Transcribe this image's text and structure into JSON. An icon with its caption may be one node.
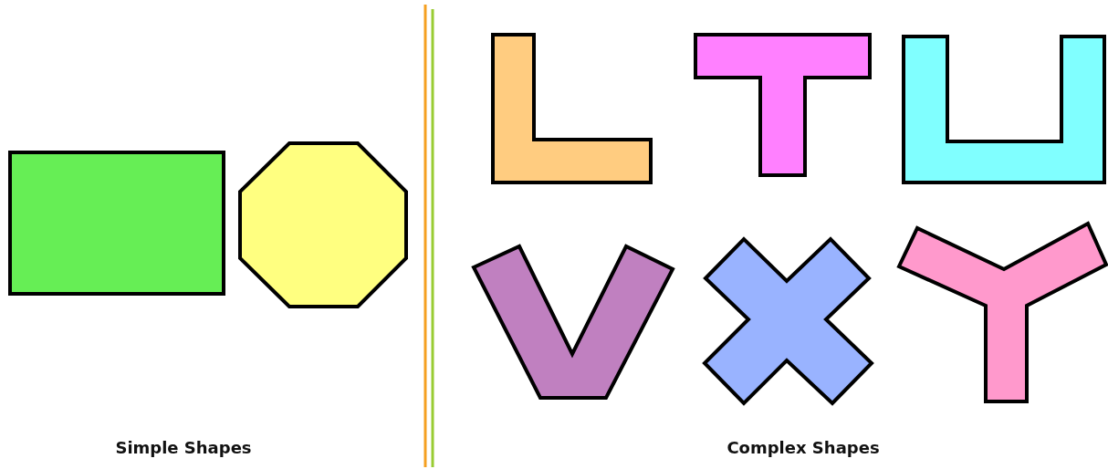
{
  "diagram": {
    "nodes": [
      {
        "text": [],
        "shape": "box"
      },
      {
        "text": [],
        "shape": "octagon"
      },
      {
        "text": [],
        "shape": "L"
      },
      {
        "text": [],
        "shape": "T"
      },
      {
        "text": [],
        "shape": "U"
      },
      {
        "text": [],
        "shape": "V"
      },
      {
        "text": [],
        "shape": "cross"
      },
      {
        "text": [],
        "shape": "Y"
      }
    ],
    "labels": [
      "Simple Shapes",
      "Complex Shapes"
    ]
  }
}
